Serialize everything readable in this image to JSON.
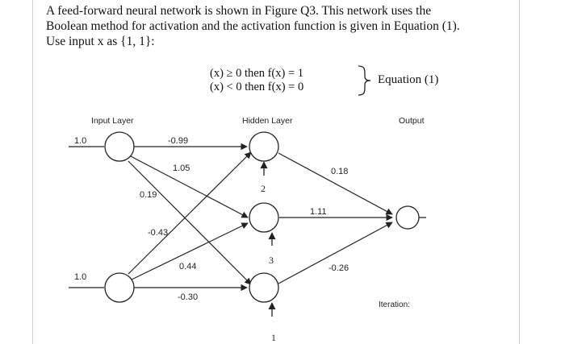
{
  "question": {
    "lines": [
      "A feed-forward neural network is shown in Figure Q3. This network uses the",
      "Boolean method for activation and the activation function is given in Equation (1).",
      "Use input x as {1, 1}:"
    ]
  },
  "equation": {
    "line1": "(x) ≥ 0 then f(x) = 1",
    "line2": "(x) < 0 then f(x) = 0",
    "label": "Equation (1)"
  },
  "diagram": {
    "layer_input": "Input Layer",
    "layer_hidden": "Hidden Layer",
    "layer_output": "Output",
    "inputs": [
      "1.0",
      "1.0"
    ],
    "weights": {
      "i1_h1": "-0.99",
      "i1_h2": "1.05",
      "i1_h3": "0.19",
      "i2_h1": "-0.43",
      "i2_h2": "0.44",
      "i2_h3": "-0.30",
      "h1_o": "0.18",
      "h2_o": "1.11",
      "h3_o": "-0.26"
    },
    "biases": [
      "2",
      "3",
      "1"
    ],
    "iteration_label": "Iteration:"
  }
}
